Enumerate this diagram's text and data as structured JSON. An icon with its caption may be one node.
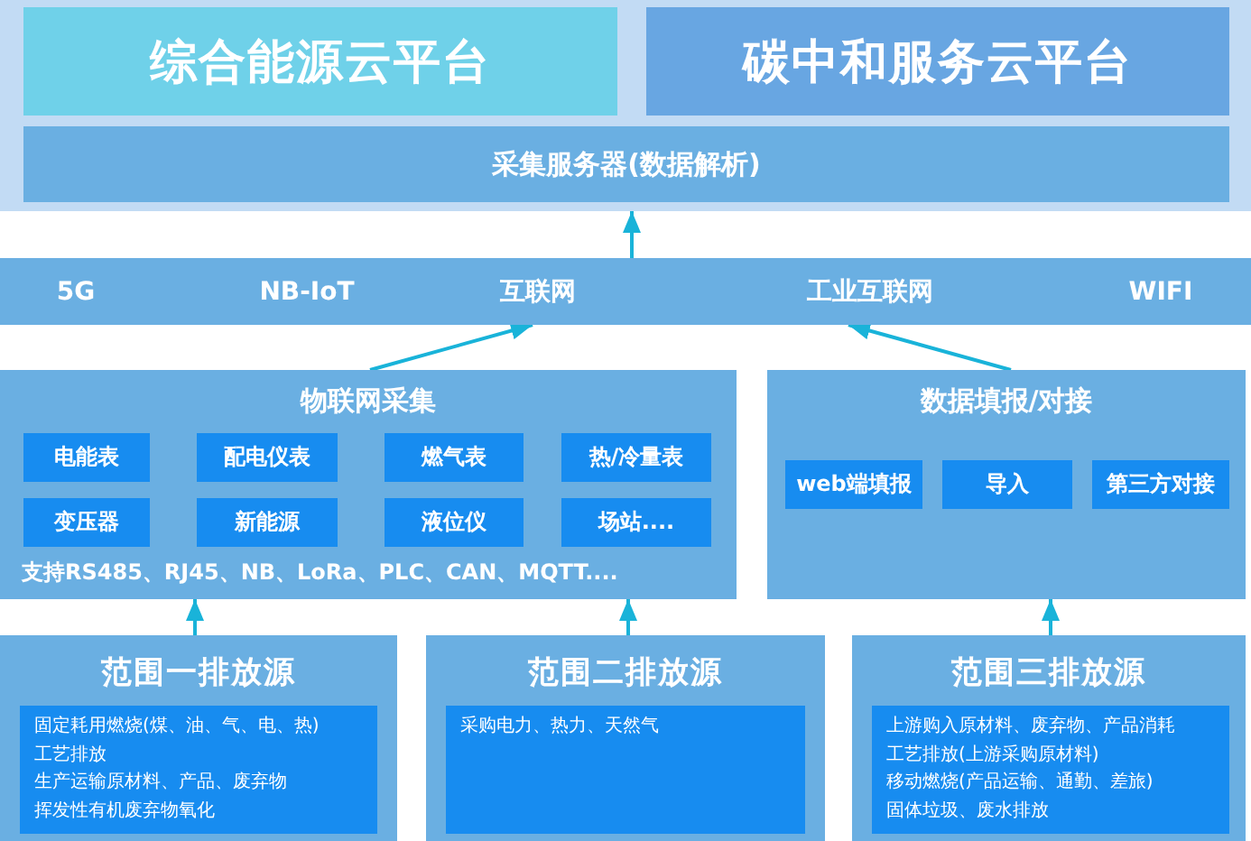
{
  "diagram": {
    "nodes": [
      {
        "text": [],
        "shape": "box"
      },
      {
        "text": [
          "综合能源云平台"
        ],
        "in": 0
      },
      {
        "text": [
          "碳中和服务云平台"
        ],
        "in": 0
      },
      {
        "text": [
          "采集服务器(数据解析)"
        ],
        "in": 0
      },
      {
        "text": [],
        "shape": "bar"
      },
      {
        "text": [
          "5G"
        ],
        "in": 4
      },
      {
        "text": [
          "NB-IoT"
        ],
        "in": 4
      },
      {
        "text": [
          "互联网"
        ],
        "in": 4
      },
      {
        "text": [
          "工业互联网"
        ],
        "in": 4
      },
      {
        "text": [
          "WIFI"
        ],
        "in": 4
      },
      {
        "text": [
          "物联网采集",
          "支持RS485、RJ45、NB、LoRa、PLC、CAN、MQTT...."
        ]
      },
      {
        "text": [
          "电能表"
        ],
        "in": 10
      },
      {
        "text": [
          "配电仪表"
        ],
        "in": 10
      },
      {
        "text": [
          "燃气表"
        ],
        "in": 10
      },
      {
        "text": [
          "热/冷量表"
        ],
        "in": 10
      },
      {
        "text": [
          "变压器"
        ],
        "in": 10
      },
      {
        "text": [
          "新能源"
        ],
        "in": 10
      },
      {
        "text": [
          "液位仪"
        ],
        "in": 10
      },
      {
        "text": [
          "场站...."
        ],
        "in": 10
      },
      {
        "text": [
          "数据填报/对接"
        ]
      },
      {
        "text": [
          "web端填报"
        ],
        "in": 19
      },
      {
        "text": [
          "导入"
        ],
        "in": 19
      },
      {
        "text": [
          "第三方对接"
        ],
        "in": 19
      },
      {
        "text": [
          "范围一排放源"
        ]
      },
      {
        "text": [
          "固定耗用燃烧(煤、油、气、电、热)",
          "工艺排放",
          "生产运输原材料、产品、废弃物",
          "挥发性有机废弃物氧化"
        ],
        "in": 23
      },
      {
        "text": [
          "范围二排放源"
        ]
      },
      {
        "text": [
          "采购电力、热力、天然气"
        ],
        "in": 25
      },
      {
        "text": [
          "范围三排放源"
        ]
      },
      {
        "text": [
          "上游购入原材料、废弃物、产品消耗",
          "工艺排放(上游采购原材料)",
          "移动燃烧(产品运输、通勤、差旅)",
          "固体垃圾、废水排放"
        ],
        "in": 27
      }
    ],
    "edges": [
      {
        "from": 4,
        "to": 0,
        "arrow": "to"
      },
      {
        "from": 10,
        "to": 7,
        "arrow": "to"
      },
      {
        "from": 19,
        "to": 8,
        "arrow": "to"
      },
      {
        "from": 23,
        "to": 10,
        "arrow": "to"
      },
      {
        "from": 25,
        "to": 10,
        "arrow": "to"
      },
      {
        "from": 27,
        "to": 19,
        "arrow": "to"
      }
    ]
  }
}
